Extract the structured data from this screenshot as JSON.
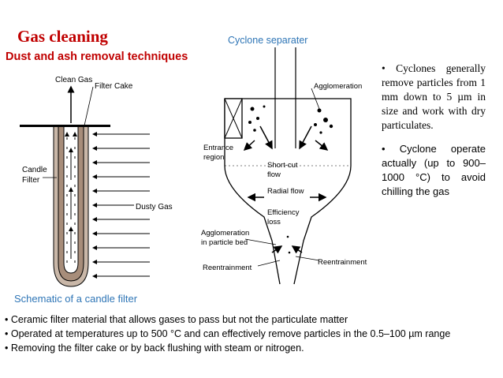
{
  "title": "Gas cleaning",
  "subtitle": "Dust and ash removal techniques",
  "cyclone": {
    "title": "Cyclone separater",
    "labels": {
      "entrance_region": [
        "Entrance",
        "region"
      ],
      "agglomeration_top": "Agglomeration",
      "short_cut": [
        "Short-cut",
        "flow"
      ],
      "radial_flow": "Radial flow",
      "efficiency": [
        "Efficiency",
        "loss"
      ],
      "agglomeration_bed": [
        "Agglomeration",
        "in particle bed"
      ],
      "reentrainment_left": "Reentrainment",
      "reentrainment_right": "Reentrainment"
    }
  },
  "candle": {
    "caption": "Schematic of a candle filter",
    "labels": {
      "clean_gas": "Clean Gas",
      "filter_cake": "Filter Cake",
      "candle_filter": [
        "Candle",
        "Filter"
      ],
      "dusty_gas": "Dusty Gas"
    }
  },
  "notes": {
    "n1": "• Cyclones generally remove particles from 1 mm down to 5 µm in size and work with dry particulates.",
    "n2": "• Cyclone operate actually (up to 900–1000 °C) to avoid chilling the gas"
  },
  "bullets": [
    "• Ceramic filter material that allows gases to pass but not the particulate matter",
    "• Operated at temperatures up to 500 °C and can effectively remove particles in the 0.5–100 µm range",
    "• Removing the filter cake or by back flushing with steam or nitrogen."
  ]
}
